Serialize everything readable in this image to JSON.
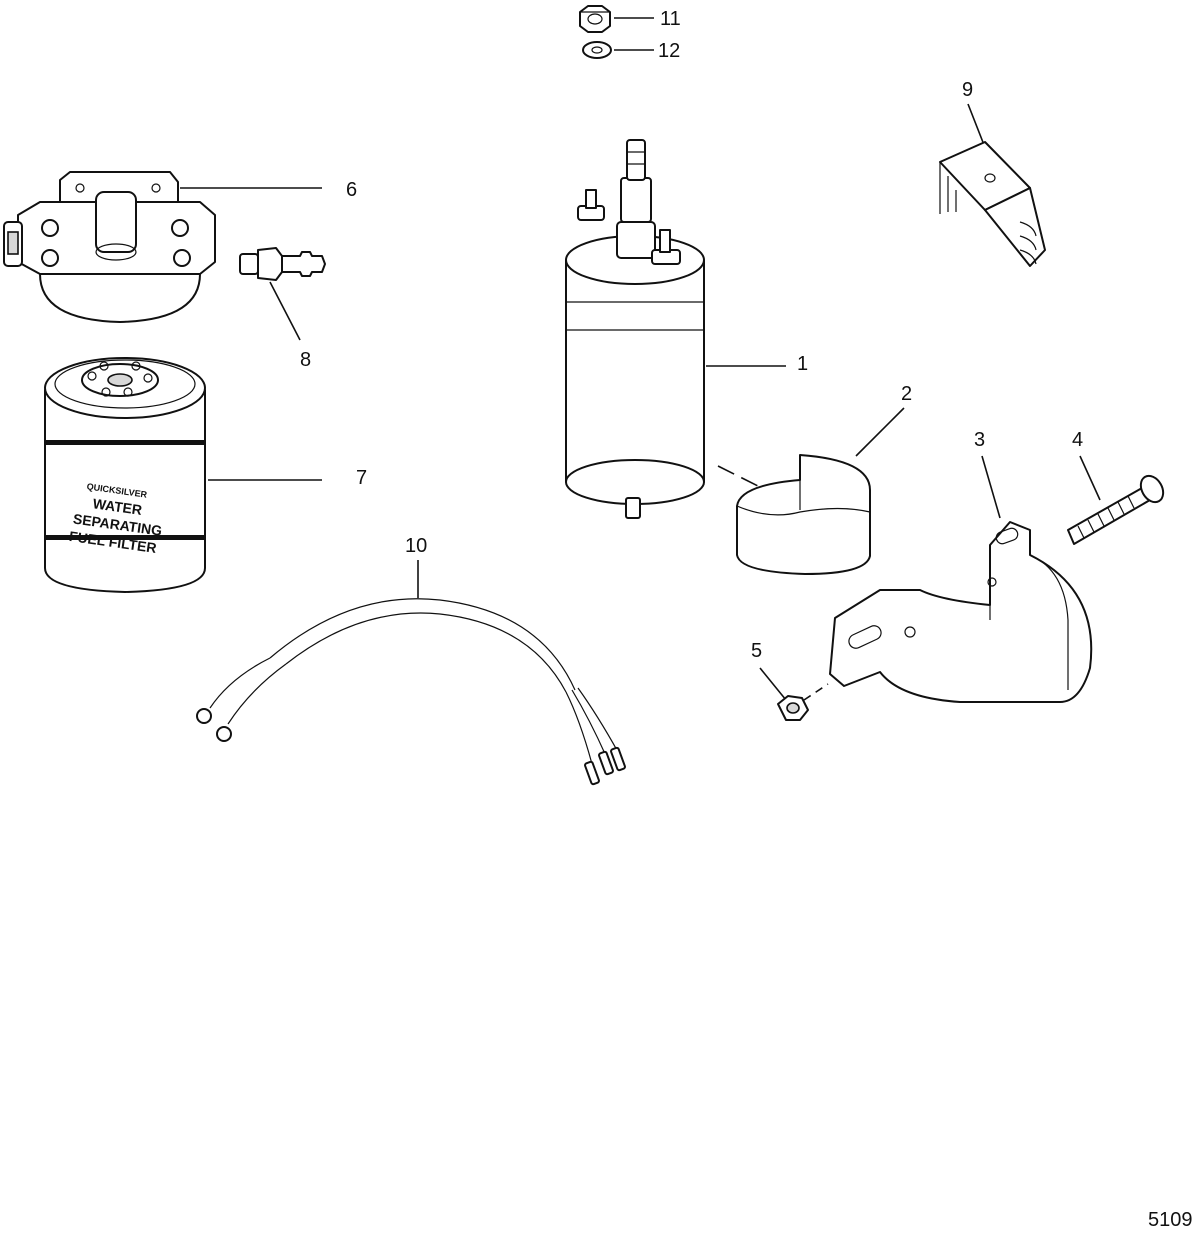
{
  "diagram_id": "5109",
  "callouts": [
    {
      "id": "c1",
      "label": "1"
    },
    {
      "id": "c2",
      "label": "2"
    },
    {
      "id": "c3",
      "label": "3"
    },
    {
      "id": "c4",
      "label": "4"
    },
    {
      "id": "c5",
      "label": "5"
    },
    {
      "id": "c6",
      "label": "6"
    },
    {
      "id": "c7",
      "label": "7"
    },
    {
      "id": "c8",
      "label": "8"
    },
    {
      "id": "c9",
      "label": "9"
    },
    {
      "id": "c10",
      "label": "10"
    },
    {
      "id": "c11",
      "label": "11"
    },
    {
      "id": "c12",
      "label": "12"
    }
  ],
  "filter_label": {
    "brand": "QUICKSILVER",
    "line1": "WATER",
    "line2": "SEPARATING",
    "line3": "FUEL FILTER"
  }
}
